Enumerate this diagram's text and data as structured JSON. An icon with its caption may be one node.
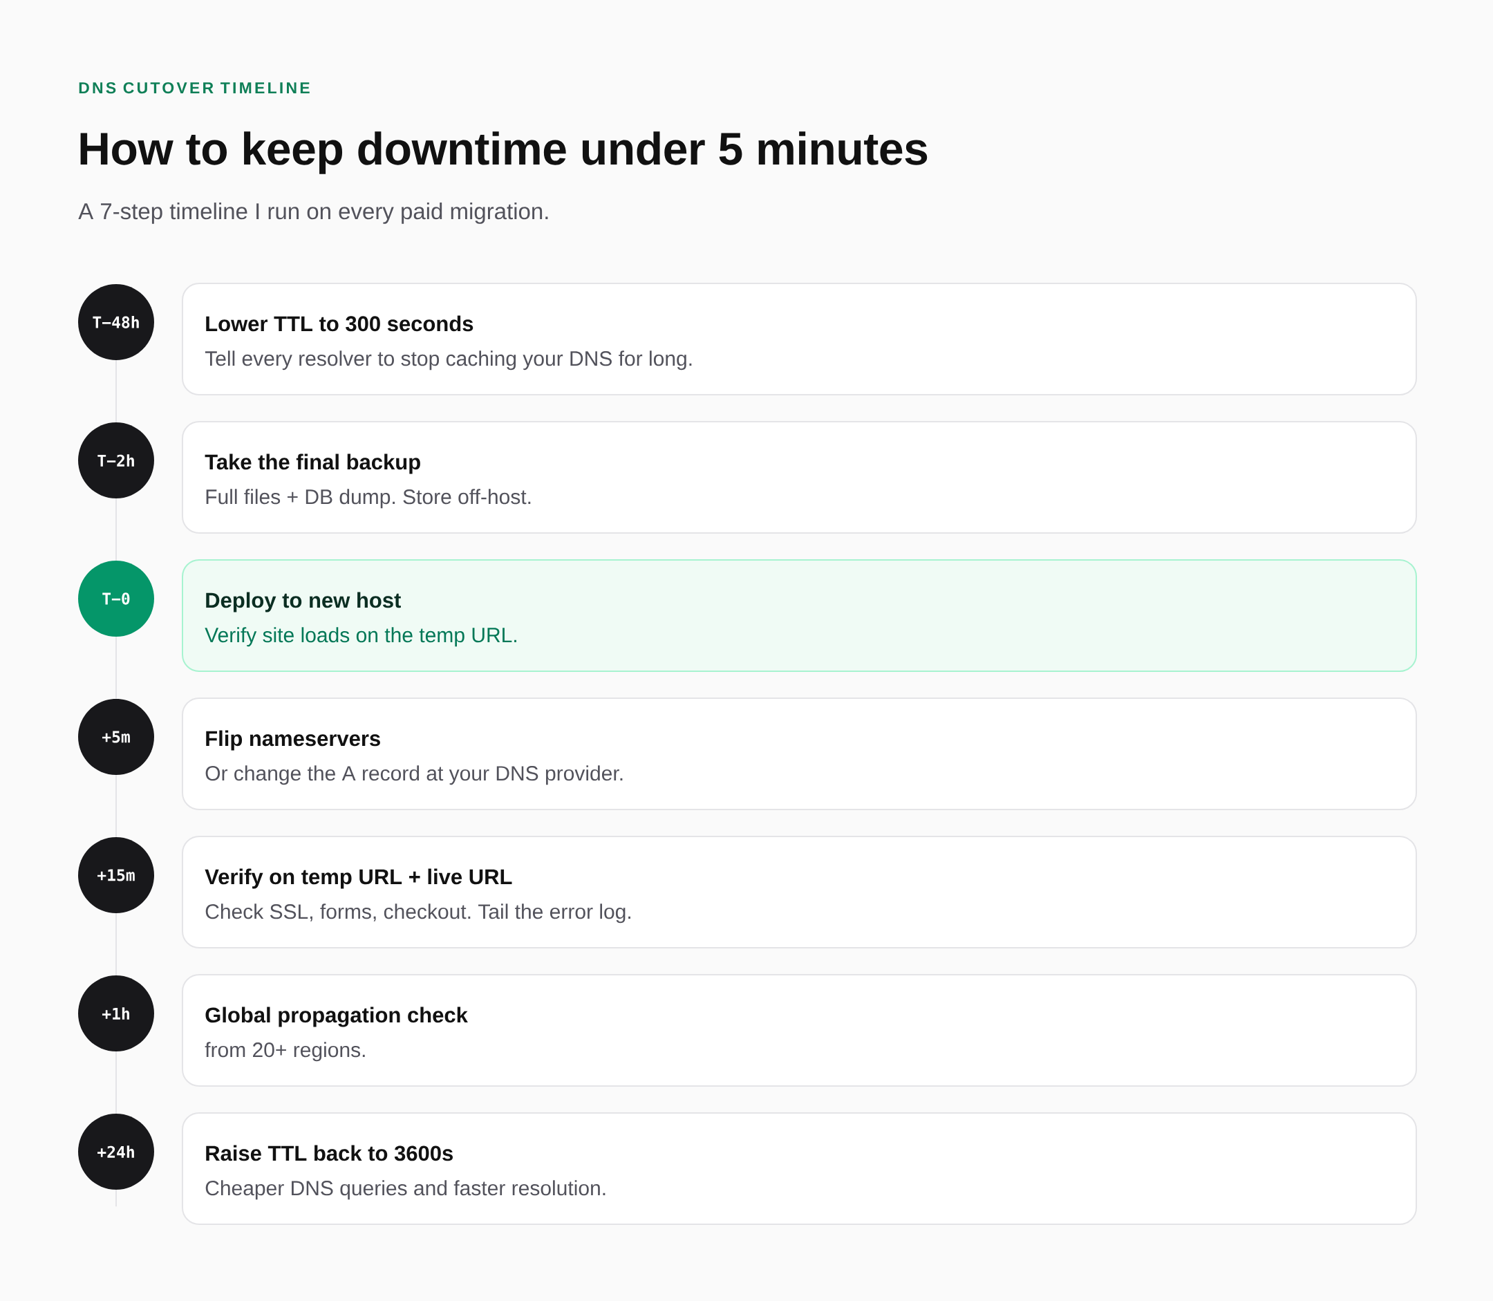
{
  "diagram": {
    "title": "How to keep downtime under 5 minutes",
    "nodes": [
      {
        "text": [
          "T−48h"
        ]
      },
      {
        "text": [
          "Lower TTL to 300 seconds",
          "Tell every resolver to stop caching your DNS for long."
        ]
      },
      {
        "text": [
          "T−2h"
        ]
      },
      {
        "text": [
          "Take the final backup",
          "Full files + DB dump. Store off-host."
        ]
      },
      {
        "text": [
          "T−0"
        ]
      },
      {
        "text": [
          "Deploy to new host",
          "Verify site loads on the temp URL."
        ]
      },
      {
        "text": [
          "+5m"
        ]
      },
      {
        "text": [
          "Flip nameservers",
          "Or change the A record at your DNS provider."
        ]
      },
      {
        "text": [
          "+15m"
        ]
      },
      {
        "text": [
          "Verify on temp URL + live URL",
          "Check SSL, forms, checkout. Tail the error log."
        ]
      },
      {
        "text": [
          "+1h"
        ]
      },
      {
        "text": [
          "Global propagation check",
          "from 20+ regions."
        ]
      },
      {
        "text": [
          "+24h"
        ]
      },
      {
        "text": [
          "Raise TTL back to 3600s",
          "Cheaper DNS queries and faster resolution."
        ]
      }
    ],
    "edges": [
      {
        "from": 0,
        "to": 2,
        "arrow": "none"
      },
      {
        "from": 2,
        "to": 4,
        "arrow": "none"
      },
      {
        "from": 4,
        "to": 6,
        "arrow": "none"
      },
      {
        "from": 6,
        "to": 8,
        "arrow": "none"
      },
      {
        "from": 8,
        "to": 10,
        "arrow": "none"
      },
      {
        "from": 10,
        "to": 12,
        "arrow": "none"
      }
    ],
    "labels": [
      "DNS CUTOVER TIMELINE",
      "A 7-step timeline I run on every paid migration."
    ]
  }
}
